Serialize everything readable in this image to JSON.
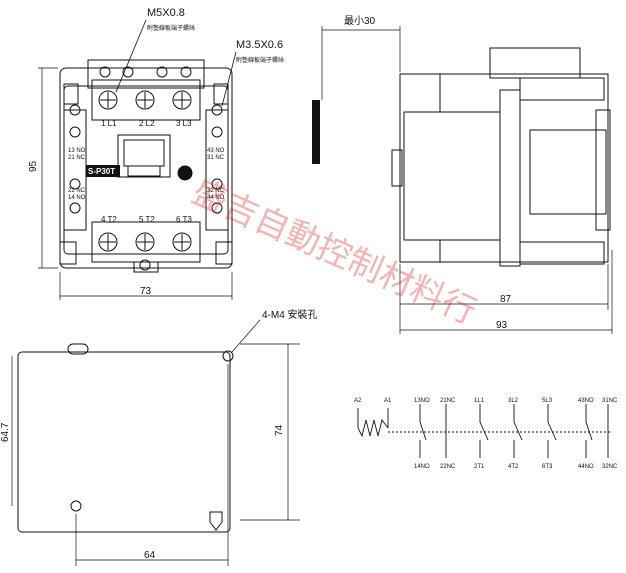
{
  "front_view": {
    "callout_m5": "M5X0.8",
    "callout_m5_note": "附墊線板端子螺絲",
    "callout_m35": "M3.5X0.6",
    "callout_m35_note": "附墊線板端子螺絲",
    "dim_height": "95",
    "dim_width": "73",
    "model_label": "S-P30T",
    "terminals_top": [
      "1 L1",
      "2 L2",
      "3 L3"
    ],
    "terminals_bottom": [
      "4 T2",
      "5 T2",
      "6 T3"
    ],
    "aux_left_top": "13 NO",
    "aux_left_top2": "21 NC",
    "aux_left_bottom": "22 NC",
    "aux_left_bottom2": "14 NO",
    "aux_right_top": "43 NO",
    "aux_right_top2": "31 NC",
    "aux_right_bottom": "32 NC",
    "aux_right_bottom2": "44 NO"
  },
  "side_view": {
    "min_clearance": "最小30",
    "dim_depth1": "87",
    "dim_depth2": "93"
  },
  "mount_view": {
    "hole_label": "4-M4 安裝孔",
    "dim_h1": "64.7",
    "dim_h2": "74",
    "dim_w": "64"
  },
  "circuit": {
    "top_labels": [
      "A2",
      "A1",
      "13NO",
      "21NC",
      "1L1",
      "3L2",
      "5L3",
      "43NO",
      "31NC"
    ],
    "bottom_labels": [
      "14NO",
      "22NC",
      "2T1",
      "4T2",
      "6T3",
      "44NO",
      "32NC"
    ]
  },
  "watermark": "盛吉自動控制材料行"
}
